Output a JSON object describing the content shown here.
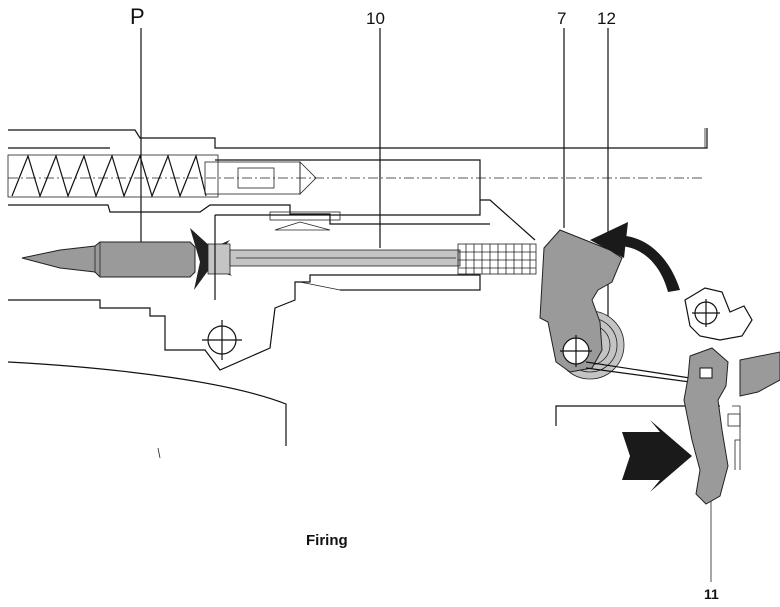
{
  "labels": {
    "p": "P",
    "part_10": "10",
    "part_7": "7",
    "part_12": "12",
    "part_11": "11"
  },
  "caption": "Firing",
  "colors": {
    "line": "#111111",
    "shaded_part": "#9a9a9a",
    "light_shaded_part": "#c4c4c4",
    "arrow": "#1a1a1a"
  }
}
